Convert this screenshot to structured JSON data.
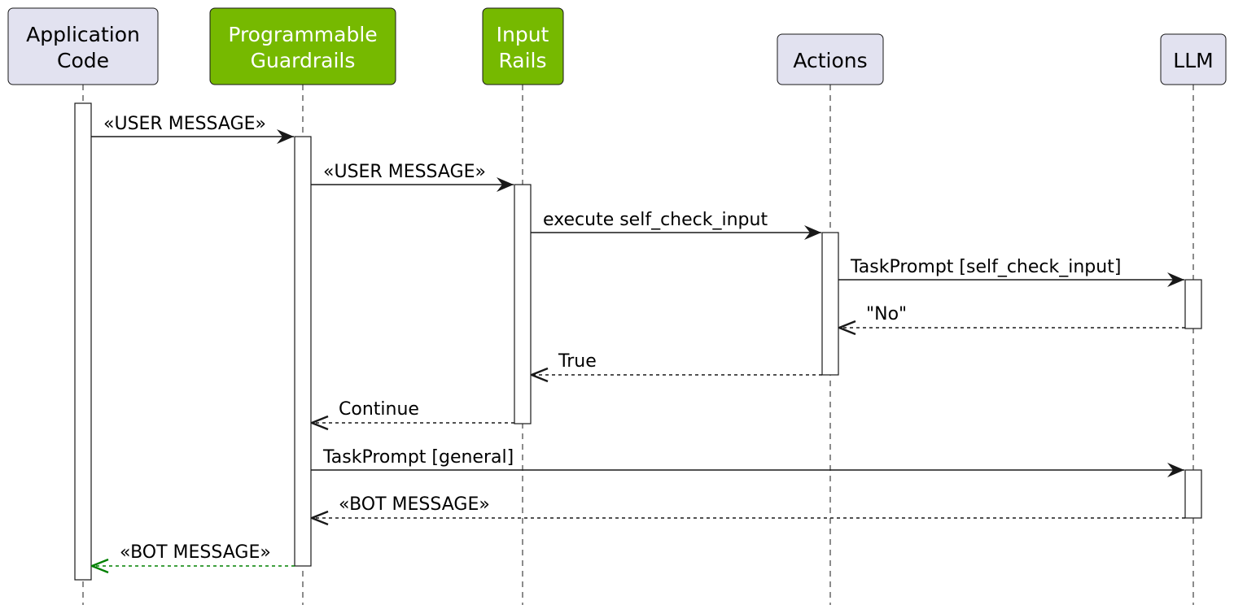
{
  "diagram": {
    "type": "sequence",
    "colors": {
      "participant_default": "#e2e2f0",
      "participant_highlight": "#76b900",
      "border": "#181818",
      "highlight_border": "#3a7d00",
      "default_text": "#000000",
      "highlight_text": "#ffffff",
      "arrow": "#181818",
      "return_highlight_arrow": "#008000"
    },
    "participants": [
      {
        "id": "app",
        "lines": [
          "Application",
          "Code"
        ],
        "style": "default"
      },
      {
        "id": "guardrails",
        "lines": [
          "Programmable",
          "Guardrails"
        ],
        "style": "highlight"
      },
      {
        "id": "input_rails",
        "lines": [
          "Input",
          "Rails"
        ],
        "style": "highlight"
      },
      {
        "id": "actions",
        "lines": [
          "Actions"
        ],
        "style": "default"
      },
      {
        "id": "llm",
        "lines": [
          "LLM"
        ],
        "style": "default"
      }
    ],
    "messages": [
      {
        "from": "app",
        "to": "guardrails",
        "label": "«USER MESSAGE»",
        "kind": "sync"
      },
      {
        "from": "guardrails",
        "to": "input_rails",
        "label": "«USER MESSAGE»",
        "kind": "sync"
      },
      {
        "from": "input_rails",
        "to": "actions",
        "label": "execute self_check_input",
        "kind": "sync"
      },
      {
        "from": "actions",
        "to": "llm",
        "label": "TaskPrompt [self_check_input]",
        "kind": "sync"
      },
      {
        "from": "llm",
        "to": "actions",
        "label": "\"No\"",
        "kind": "return"
      },
      {
        "from": "actions",
        "to": "input_rails",
        "label": "True",
        "kind": "return"
      },
      {
        "from": "input_rails",
        "to": "guardrails",
        "label": "Continue",
        "kind": "return"
      },
      {
        "from": "guardrails",
        "to": "llm",
        "label": "TaskPrompt [general]",
        "kind": "sync"
      },
      {
        "from": "llm",
        "to": "guardrails",
        "label": "«BOT MESSAGE»",
        "kind": "return"
      },
      {
        "from": "guardrails",
        "to": "app",
        "label": "«BOT MESSAGE»",
        "kind": "return-highlight"
      }
    ]
  }
}
